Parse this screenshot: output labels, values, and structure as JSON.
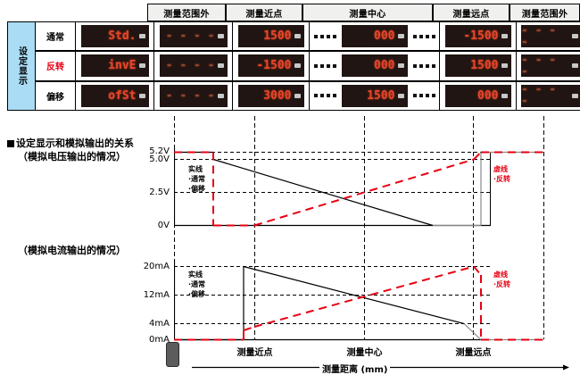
{
  "table": {
    "side_label": "设定显示",
    "column_headers": [
      "测量范围外",
      "测量近点",
      "测量中心",
      "测量远点",
      "测量范围外"
    ],
    "rows": [
      {
        "label": "通常",
        "label_color": "#000000",
        "mode_display": "Std.",
        "out_of_range_near": "- - - -",
        "near_point": "1500",
        "center": "000",
        "far_point": "-1500",
        "out_of_range_far": "- - - -"
      },
      {
        "label": "反转",
        "label_color": "#e60012",
        "mode_display": "invE",
        "out_of_range_near": "- - - -",
        "near_point": "-1500",
        "center": "000",
        "far_point": "1500",
        "out_of_range_far": "- - - -"
      },
      {
        "label": "偏移",
        "label_color": "#000000",
        "mode_display": "ofSt",
        "out_of_range_near": "- - - -",
        "near_point": "3000",
        "center": "1500",
        "far_point": "000",
        "out_of_range_far": "- - - -"
      }
    ]
  },
  "section": {
    "heading": "设定显示和模拟输出的关系",
    "subheading_voltage": "（模拟电压输出的情况）",
    "subheading_current": "（模拟电流输出的情况）"
  },
  "legend": {
    "solid_title": "实线",
    "solid_items": [
      "·通常",
      "·偏移"
    ],
    "dashed_title": "虚线",
    "dashed_items": [
      "·反转"
    ],
    "solid_color": "#000000",
    "dashed_color": "#e60012"
  },
  "axis": {
    "x_ticks": [
      "测量近点",
      "测量中心",
      "测量远点"
    ],
    "x_axis_label": "测量距离 (mm)"
  },
  "chart_data": [
    {
      "type": "line",
      "title": "（模拟电压输出的情况）",
      "ylabel": "",
      "xlabel": "测量距离 (mm)",
      "ytick_labels": [
        "5.2V",
        "5.0V",
        "2.5V",
        "0V"
      ],
      "ytick_values": [
        5.2,
        5.0,
        2.5,
        0
      ],
      "ylim": [
        0,
        5.2
      ],
      "xtick_labels": [
        "测量近点",
        "测量中心",
        "测量远点"
      ],
      "grid": true,
      "legend_position": "inside",
      "series": [
        {
          "name": "实线·通常·偏移",
          "style": "solid",
          "color": "#000000",
          "points": [
            {
              "x": "测量近点",
              "y": 5.0
            },
            {
              "x": "测量中心",
              "y": 2.5
            },
            {
              "x": "测量远点",
              "y": 0.0
            }
          ],
          "out_of_range_low": 5.2,
          "out_of_range_high": 0.0
        },
        {
          "name": "虚线·反转",
          "style": "dashed",
          "color": "#e60012",
          "points": [
            {
              "x": "测量近点",
              "y": 0.0
            },
            {
              "x": "测量中心",
              "y": 2.5
            },
            {
              "x": "测量远点",
              "y": 5.0
            }
          ],
          "out_of_range_low": 5.2,
          "out_of_range_high": 5.2
        }
      ]
    },
    {
      "type": "line",
      "title": "（模拟电流输出的情况）",
      "ylabel": "",
      "xlabel": "测量距离 (mm)",
      "ytick_labels": [
        "20mA",
        "12mA",
        "4mA",
        "0mA"
      ],
      "ytick_values": [
        20,
        12,
        4,
        0
      ],
      "ylim": [
        0,
        22
      ],
      "xtick_labels": [
        "测量近点",
        "测量中心",
        "测量远点"
      ],
      "grid": true,
      "legend_position": "inside",
      "series": [
        {
          "name": "实线·通常·偏移",
          "style": "solid",
          "color": "#000000",
          "points": [
            {
              "x": "测量近点",
              "y": 20
            },
            {
              "x": "测量中心",
              "y": 12
            },
            {
              "x": "测量远点",
              "y": 4
            }
          ],
          "out_of_range_low": 0,
          "out_of_range_high": 0
        },
        {
          "name": "虚线·反转",
          "style": "dashed",
          "color": "#e60012",
          "points": [
            {
              "x": "测量近点",
              "y": 4
            },
            {
              "x": "测量中心",
              "y": 12
            },
            {
              "x": "测量远点",
              "y": 20
            }
          ],
          "out_of_range_low": 0,
          "out_of_range_high": 0
        }
      ]
    }
  ]
}
